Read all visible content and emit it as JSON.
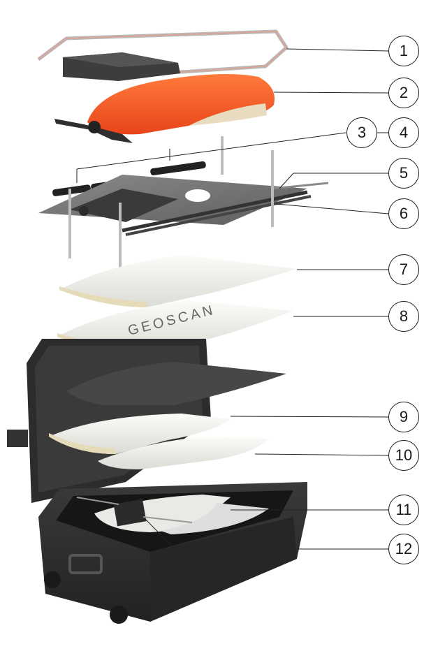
{
  "diagram": {
    "brand_text": "GEOSCAN",
    "callouts": [
      {
        "label": "1"
      },
      {
        "label": "2"
      },
      {
        "label": "3"
      },
      {
        "label": "4"
      },
      {
        "label": "5"
      },
      {
        "label": "6"
      },
      {
        "label": "7"
      },
      {
        "label": "8"
      },
      {
        "label": "9"
      },
      {
        "label": "10"
      },
      {
        "label": "11"
      },
      {
        "label": "12"
      }
    ]
  }
}
